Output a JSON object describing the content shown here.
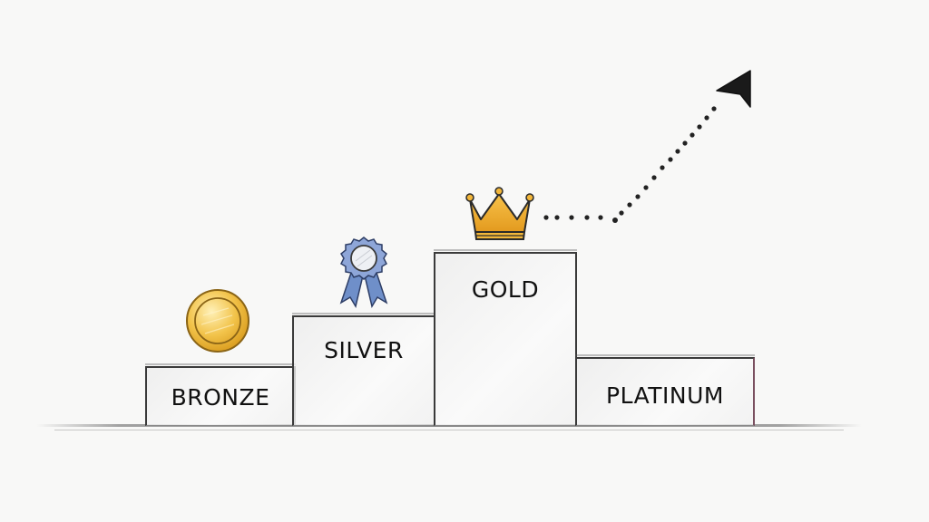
{
  "diagram": {
    "type": "tier-podium",
    "steps": [
      {
        "label": "BRONZE",
        "icon": "coin-icon",
        "icon_color": "#e8b23a"
      },
      {
        "label": "SILVER",
        "icon": "ribbon-medal-icon",
        "icon_color": "#6f8fc9"
      },
      {
        "label": "GOLD",
        "icon": "crown-icon",
        "icon_color": "#f0a929"
      },
      {
        "label": "PLATINUM",
        "icon": "dotted-arrow-up-right-icon",
        "icon_color": "#222222"
      }
    ],
    "colors": {
      "background": "#f8f8f7",
      "outline": "#3a3a3a",
      "text": "#111111",
      "gold": "#f0a929",
      "silver_blue": "#6f8fc9",
      "platinum_edge": "#c07a90"
    }
  }
}
